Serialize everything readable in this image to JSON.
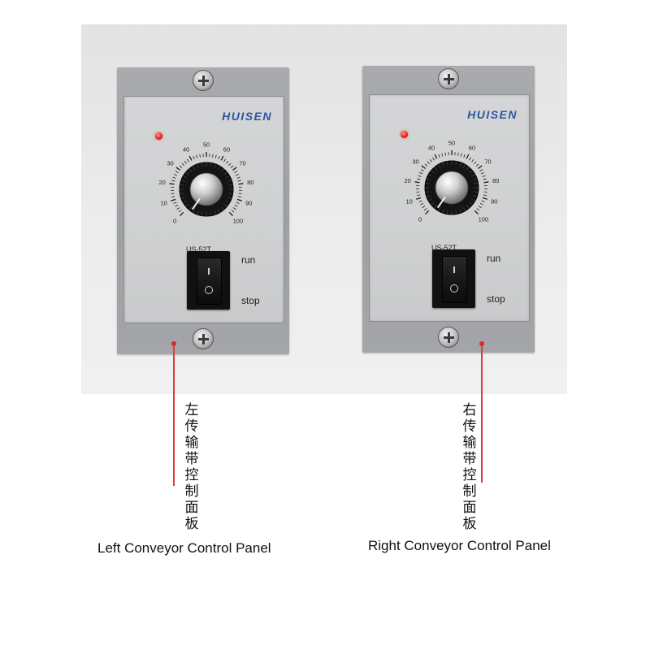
{
  "colors": {
    "brand": "#2b55a3",
    "led": "#e8251a",
    "pointer": "#e23a3a"
  },
  "panels": [
    {
      "brand": "HUISEN",
      "model": "US-52T",
      "dial_scale": [
        "0",
        "10",
        "20",
        "30",
        "40",
        "50",
        "60",
        "70",
        "80",
        "90",
        "100"
      ],
      "switch_on_symbol": "I",
      "switch_off_symbol": "O",
      "run_label": "run",
      "stop_label": "stop",
      "label_cn": "左传输带控制面板",
      "label_en": "Left Conveyor Control Panel"
    },
    {
      "brand": "HUISEN",
      "model": "US-52T",
      "dial_scale": [
        "0",
        "10",
        "20",
        "30",
        "40",
        "50",
        "60",
        "70",
        "80",
        "90",
        "100"
      ],
      "switch_on_symbol": "I",
      "switch_off_symbol": "O",
      "run_label": "run",
      "stop_label": "stop",
      "label_cn": "右传输带控制面板",
      "label_en": "Right Conveyor Control Panel"
    }
  ]
}
